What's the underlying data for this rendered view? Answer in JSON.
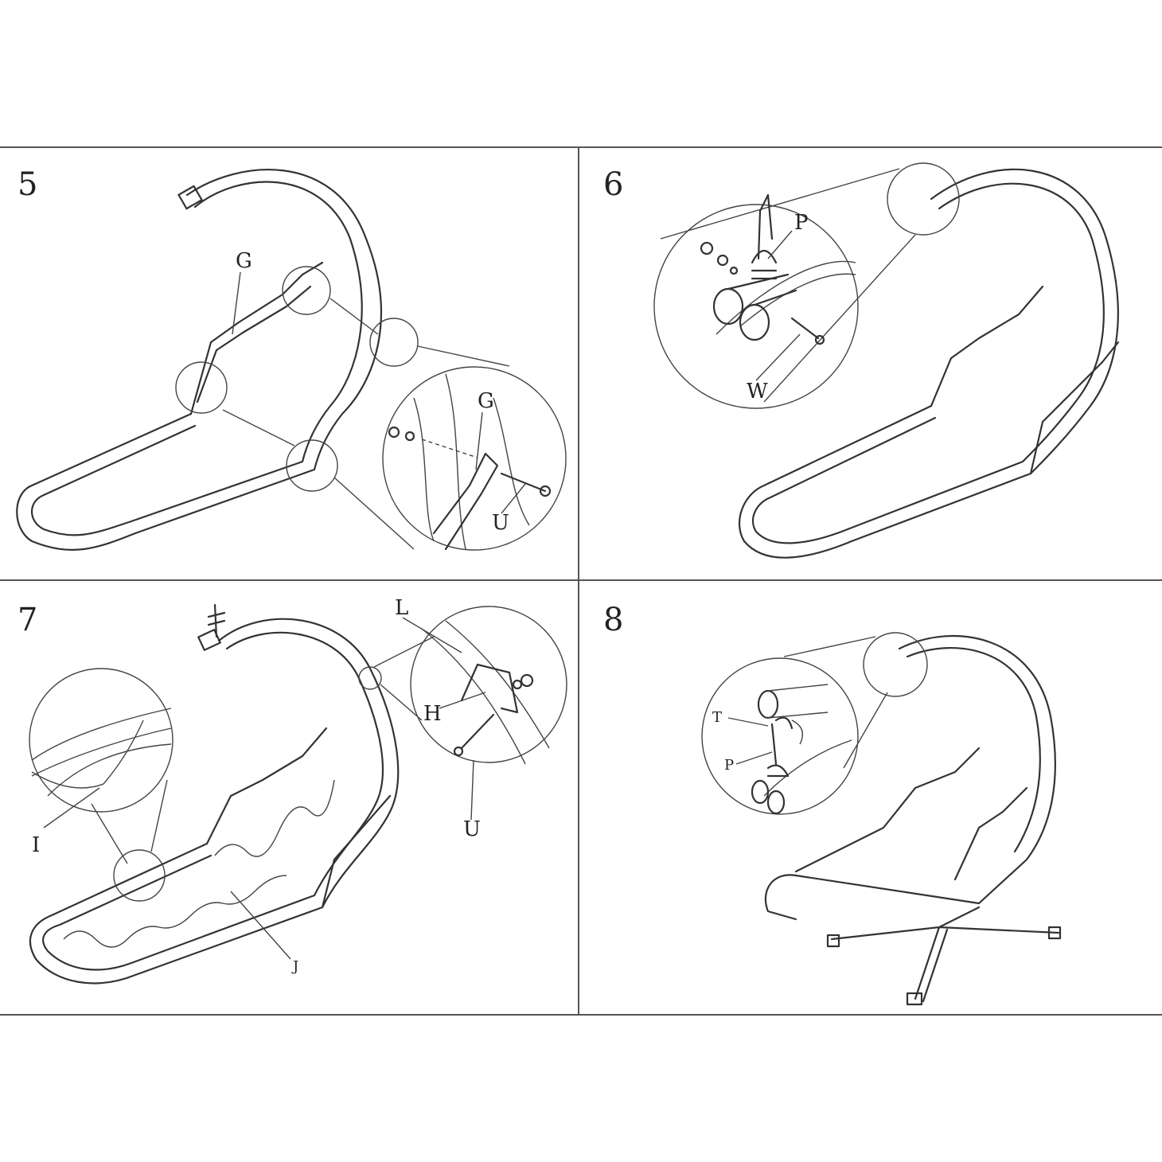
{
  "steps": [
    {
      "number": "5",
      "labels": {
        "g1": "G",
        "g2": "G",
        "u": "U"
      }
    },
    {
      "number": "6",
      "labels": {
        "p": "P",
        "w": "W"
      }
    },
    {
      "number": "7",
      "labels": {
        "l": "L",
        "h": "H",
        "u": "U",
        "i": "I",
        "j": "J"
      }
    },
    {
      "number": "8",
      "labels": {
        "t": "T",
        "p": "P"
      }
    }
  ]
}
